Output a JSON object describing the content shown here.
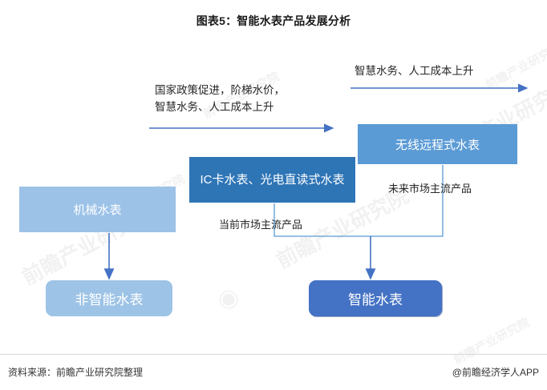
{
  "title": "图表5：智能水表产品发展分析",
  "boxes": {
    "mechanical": "机械水表",
    "ic_card": "IC卡水表、光电直读式水表",
    "wireless": "无线远程式水表",
    "non_smart": "非智能水表",
    "smart": "智能水表"
  },
  "annotations": {
    "policy_line1": "国家政策促进，阶梯水价，",
    "policy_line2": "智慧水务、人工成本上升",
    "smart_water_cost": "智慧水务、人工成本上升",
    "current_mainstream": "当前市场主流产品",
    "future_mainstream": "未来市场主流产品"
  },
  "footer": {
    "source": "资料来源：前瞻产业研究院整理",
    "attribution": "@前瞻经济学人APP"
  },
  "watermarks": {
    "w1": "前瞻产业研究院",
    "w2": "前瞻产业研究院",
    "w3": "前瞻产业研究院",
    "w4": "前瞻产业研究院",
    "w5": "前瞻产业研究院",
    "w6": "前瞻产业研究院",
    "w7": "前瞻产业研究院",
    "logo": "前瞻"
  },
  "colors": {
    "arrow": "#4472C4",
    "box_mechanical": "#9CC2E8",
    "box_ic_card": "#2E75B6",
    "box_wireless": "#5B9BD5",
    "box_non_smart": "#9DC3E6",
    "box_smart": "#4472C4",
    "text_dark": "#262626"
  },
  "chart_data": {
    "type": "diagram",
    "title": "图表5：智能水表产品发展分析",
    "nodes": [
      {
        "id": "mechanical",
        "label": "机械水表",
        "stage": 1,
        "color": "#9CC2E8"
      },
      {
        "id": "ic_card",
        "label": "IC卡水表、光电直读式水表",
        "stage": 2,
        "color": "#2E75B6",
        "note": "当前市场主流产品"
      },
      {
        "id": "wireless",
        "label": "无线远程式水表",
        "stage": 3,
        "color": "#5B9BD5",
        "note": "未来市场主流产品"
      },
      {
        "id": "non_smart",
        "label": "非智能水表",
        "stage": "outcome",
        "color": "#9DC3E6"
      },
      {
        "id": "smart",
        "label": "智能水表",
        "stage": "outcome",
        "color": "#4472C4"
      }
    ],
    "edges": [
      {
        "from": "mechanical",
        "to": "ic_card",
        "label": "国家政策促进，阶梯水价，智慧水务、人工成本上升"
      },
      {
        "from": "ic_card",
        "to": "wireless",
        "label": "智慧水务、人工成本上升"
      },
      {
        "from": "mechanical",
        "to": "non_smart",
        "label": ""
      },
      {
        "from": "ic_card",
        "to": "smart",
        "label": ""
      },
      {
        "from": "wireless",
        "to": "smart",
        "label": ""
      }
    ]
  }
}
